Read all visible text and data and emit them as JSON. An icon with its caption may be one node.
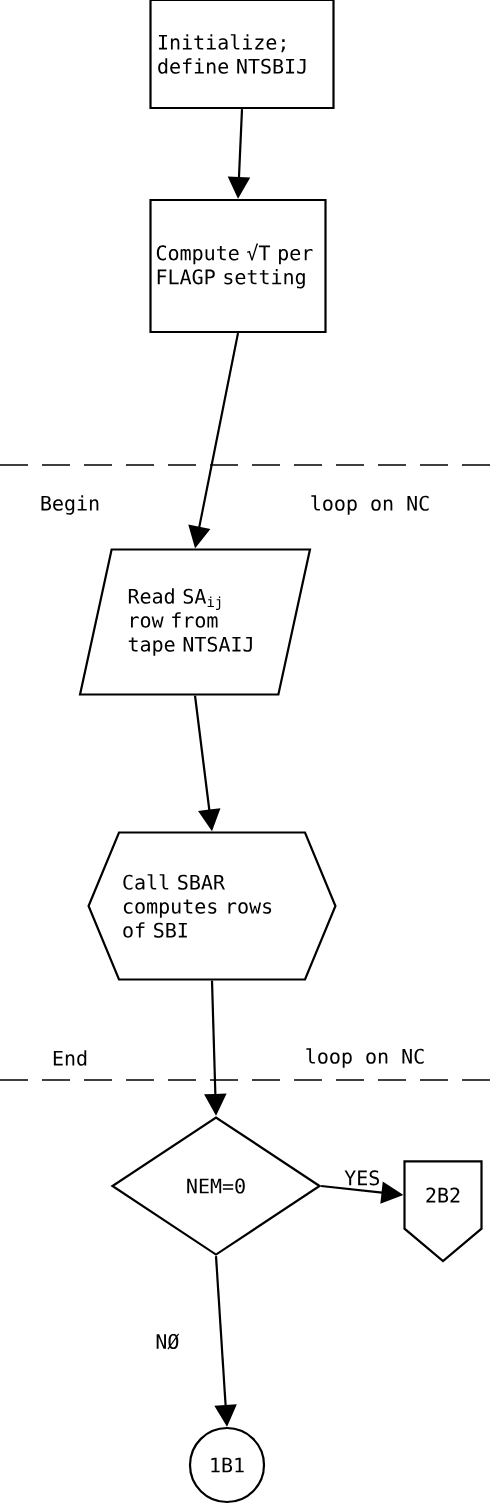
{
  "diagram": {
    "nodes": [
      {
        "text": [
          "Initialize; define NTSBIJ"
        ]
      },
      {
        "text": [
          "Compute √T per FLAGP setting"
        ]
      },
      {
        "text": [
          "Read SA$_{ij}$ row from tape NTSAIJ"
        ]
      },
      {
        "text": [
          "Call SBAR computes rows of SBI"
        ]
      },
      {
        "text": [
          "NEM=0"
        ]
      },
      {
        "text": [
          "2B2"
        ]
      },
      {
        "text": [
          "1B1"
        ]
      }
    ],
    "edges": [
      {
        "from": 0,
        "to": 1,
        "arrow": "to"
      },
      {
        "from": 1,
        "to": 2,
        "arrow": "to"
      },
      {
        "from": 2,
        "to": 3,
        "arrow": "to"
      },
      {
        "from": 3,
        "to": 4,
        "arrow": "to"
      },
      {
        "from": 4,
        "to": 5,
        "arrow": "to",
        "label": "YES"
      },
      {
        "from": 4,
        "to": 6,
        "arrow": "to",
        "label": "NØ"
      }
    ],
    "labels": [
      "Begin",
      "loop on NC",
      "End",
      "loop on NC"
    ]
  }
}
